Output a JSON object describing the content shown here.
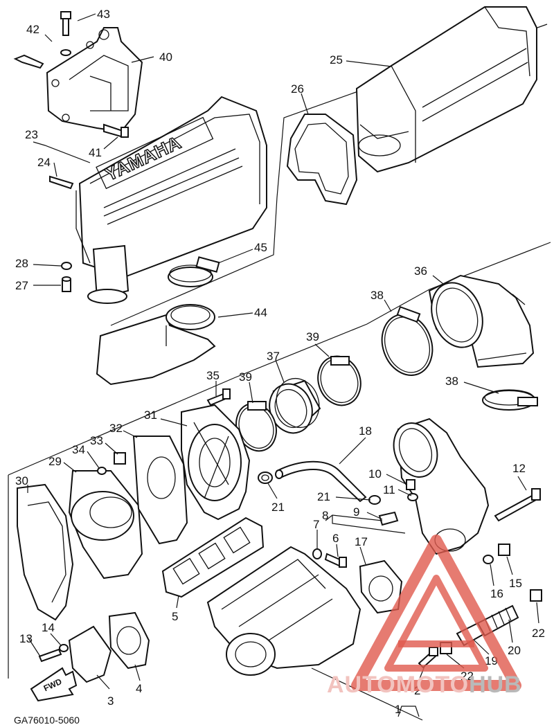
{
  "diagram": {
    "callouts": [
      {
        "id": "c1",
        "label": "1"
      },
      {
        "id": "c2",
        "label": "2"
      },
      {
        "id": "c3",
        "label": "3"
      },
      {
        "id": "c4",
        "label": "4"
      },
      {
        "id": "c5",
        "label": "5"
      },
      {
        "id": "c6",
        "label": "6"
      },
      {
        "id": "c7",
        "label": "7"
      },
      {
        "id": "c8",
        "label": "8"
      },
      {
        "id": "c9",
        "label": "9"
      },
      {
        "id": "c10",
        "label": "10"
      },
      {
        "id": "c11",
        "label": "11"
      },
      {
        "id": "c12",
        "label": "12"
      },
      {
        "id": "c13",
        "label": "13"
      },
      {
        "id": "c14",
        "label": "14"
      },
      {
        "id": "c15",
        "label": "15"
      },
      {
        "id": "c16",
        "label": "16"
      },
      {
        "id": "c17",
        "label": "17"
      },
      {
        "id": "c18",
        "label": "18"
      },
      {
        "id": "c19",
        "label": "19"
      },
      {
        "id": "c20",
        "label": "20"
      },
      {
        "id": "c21a",
        "label": "21"
      },
      {
        "id": "c21b",
        "label": "21"
      },
      {
        "id": "c22a",
        "label": "22"
      },
      {
        "id": "c22b",
        "label": "22"
      },
      {
        "id": "c23",
        "label": "23"
      },
      {
        "id": "c24",
        "label": "24"
      },
      {
        "id": "c25",
        "label": "25"
      },
      {
        "id": "c26",
        "label": "26"
      },
      {
        "id": "c27",
        "label": "27"
      },
      {
        "id": "c28",
        "label": "28"
      },
      {
        "id": "c29",
        "label": "29"
      },
      {
        "id": "c30",
        "label": "30"
      },
      {
        "id": "c31",
        "label": "31"
      },
      {
        "id": "c32",
        "label": "32"
      },
      {
        "id": "c33",
        "label": "33"
      },
      {
        "id": "c34",
        "label": "34"
      },
      {
        "id": "c35",
        "label": "35"
      },
      {
        "id": "c36",
        "label": "36"
      },
      {
        "id": "c37",
        "label": "37"
      },
      {
        "id": "c38a",
        "label": "38"
      },
      {
        "id": "c38b",
        "label": "38"
      },
      {
        "id": "c39a",
        "label": "39"
      },
      {
        "id": "c39b",
        "label": "39"
      },
      {
        "id": "c40",
        "label": "40"
      },
      {
        "id": "c41",
        "label": "41"
      },
      {
        "id": "c42",
        "label": "42"
      },
      {
        "id": "c43",
        "label": "43"
      },
      {
        "id": "c44",
        "label": "44"
      },
      {
        "id": "c45",
        "label": "45"
      }
    ],
    "diagram_code": "GA76010-5060",
    "forward_arrow_label": "FWD",
    "embossed_brand": "YAMAHA",
    "watermark": {
      "part1": "AUTOMOTO",
      "part2": "HUB"
    }
  },
  "colors": {
    "line": "#111111",
    "background": "#ffffff",
    "watermark_red": "#e05a4e",
    "watermark_grey": "#b9b9b9"
  }
}
